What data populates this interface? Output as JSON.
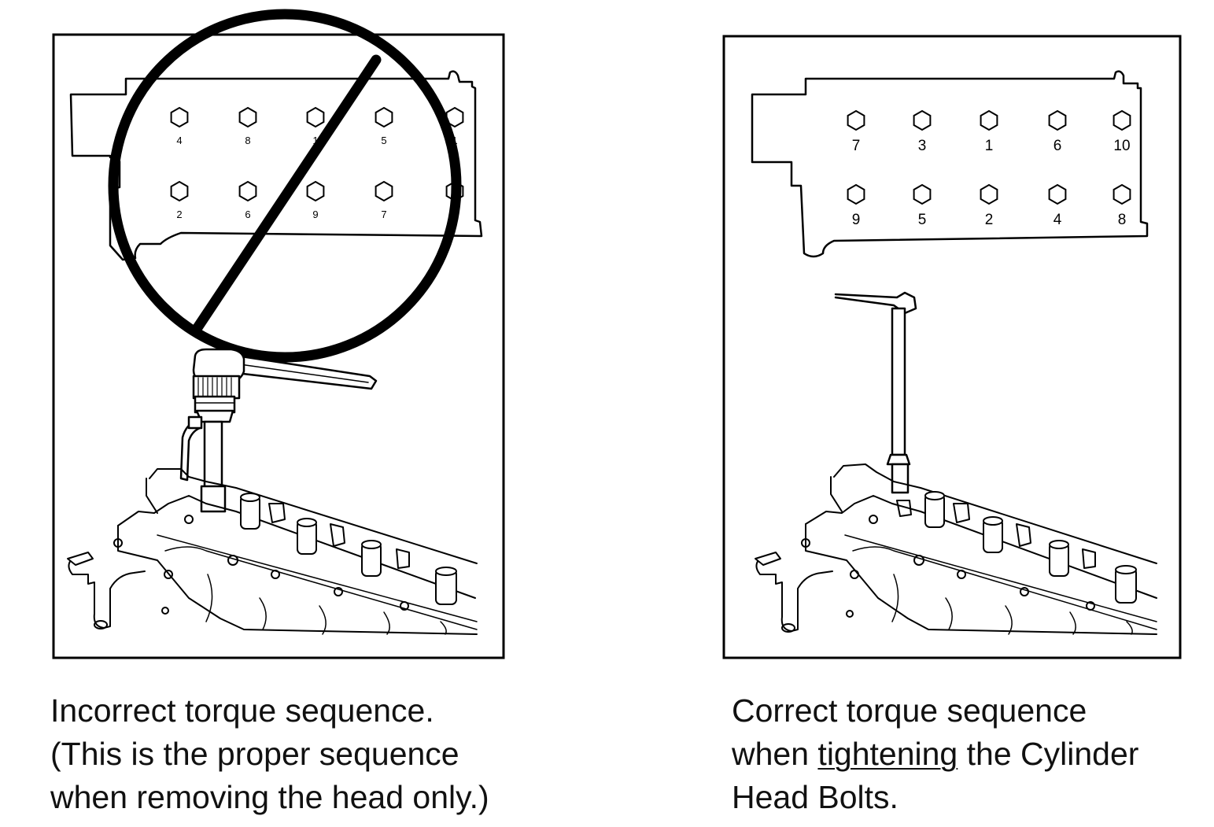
{
  "panels": [
    {
      "id": "incorrect",
      "prohibited": true,
      "bolts": [
        {
          "label": "4"
        },
        {
          "label": "8"
        },
        {
          "label": "1"
        },
        {
          "label": "5"
        },
        {
          "label": "1"
        },
        {
          "label": "2"
        },
        {
          "label": "6"
        },
        {
          "label": "9"
        },
        {
          "label": "7"
        },
        {
          "label": ""
        }
      ],
      "caption": {
        "line1": "Incorrect torque sequence.",
        "line2": "(This is the proper sequence",
        "line3": "when removing the head only.)"
      }
    },
    {
      "id": "correct",
      "prohibited": false,
      "bolts": [
        {
          "label": "7"
        },
        {
          "label": "3"
        },
        {
          "label": "1"
        },
        {
          "label": "6"
        },
        {
          "label": "10"
        },
        {
          "label": "9"
        },
        {
          "label": "5"
        },
        {
          "label": "2"
        },
        {
          "label": "4"
        },
        {
          "label": "8"
        }
      ],
      "caption": {
        "line1": "Correct torque sequence",
        "line2_pre": "when ",
        "line2_underlined": "tightening",
        "line2_post": " the Cylinder",
        "line3": "Head Bolts."
      }
    }
  ]
}
